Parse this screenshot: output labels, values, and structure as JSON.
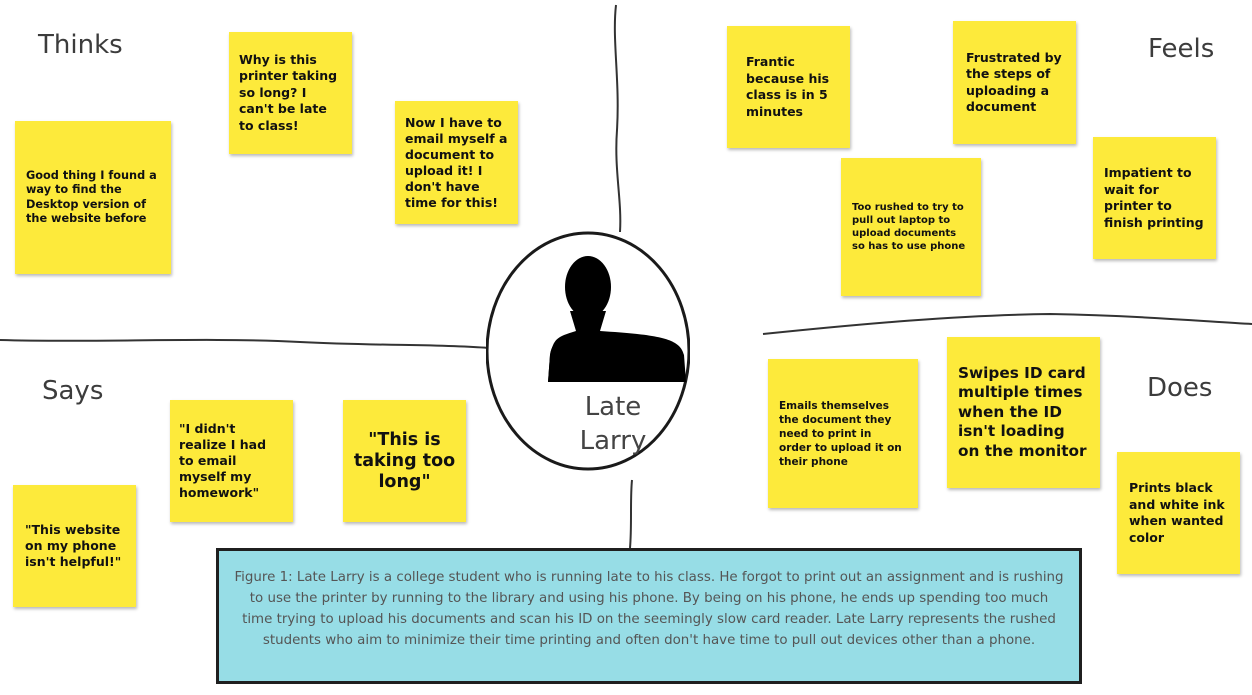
{
  "quadrants": {
    "thinks": "Thinks",
    "feels": "Feels",
    "says": "Says",
    "does": "Does"
  },
  "persona": {
    "name": "Late Larry",
    "name_line1": "Late",
    "name_line2": "Larry",
    "icon": "person-silhouette-icon"
  },
  "notes": {
    "thinks_1": "Why is this printer taking so long? I can't be late to class!",
    "thinks_2": "Good thing I found a way to find the Desktop version of the website before",
    "thinks_3": "Now I have to email myself a document to upload it! I don't have time for this!",
    "feels_1": "Frantic because his class is in 5 minutes",
    "feels_2": "Frustrated by the steps of uploading a document",
    "feels_3": "Too rushed to try to pull out laptop to upload documents so has to use phone",
    "feels_4": "Impatient to wait for printer to finish printing",
    "says_1": "\"I didn't realize I had to email myself my homework\"",
    "says_2": "\"This is taking too long\"",
    "says_3": "\"This website on my phone isn't helpful!\"",
    "does_1": "Emails themselves the document they need to print in order to upload it on their phone",
    "does_2": "Swipes ID card multiple times when the ID isn't loading on the monitor",
    "does_3": "Prints black and white ink when wanted color"
  },
  "caption": "Figure 1: Late Larry is a college student who is running late to his class. He forgot to print out an assignment and is rushing to use the printer by running to the library and using his phone. By being on his phone, he ends up spending too much time trying to upload his documents and scan his ID on the seemingly slow card reader. Late Larry represents the rushed students who aim to minimize their time printing and often don't have time to pull out devices other than a phone.",
  "colors": {
    "sticky_note": "#fdea3b",
    "caption_bg": "#97dde6",
    "line": "#333333"
  }
}
